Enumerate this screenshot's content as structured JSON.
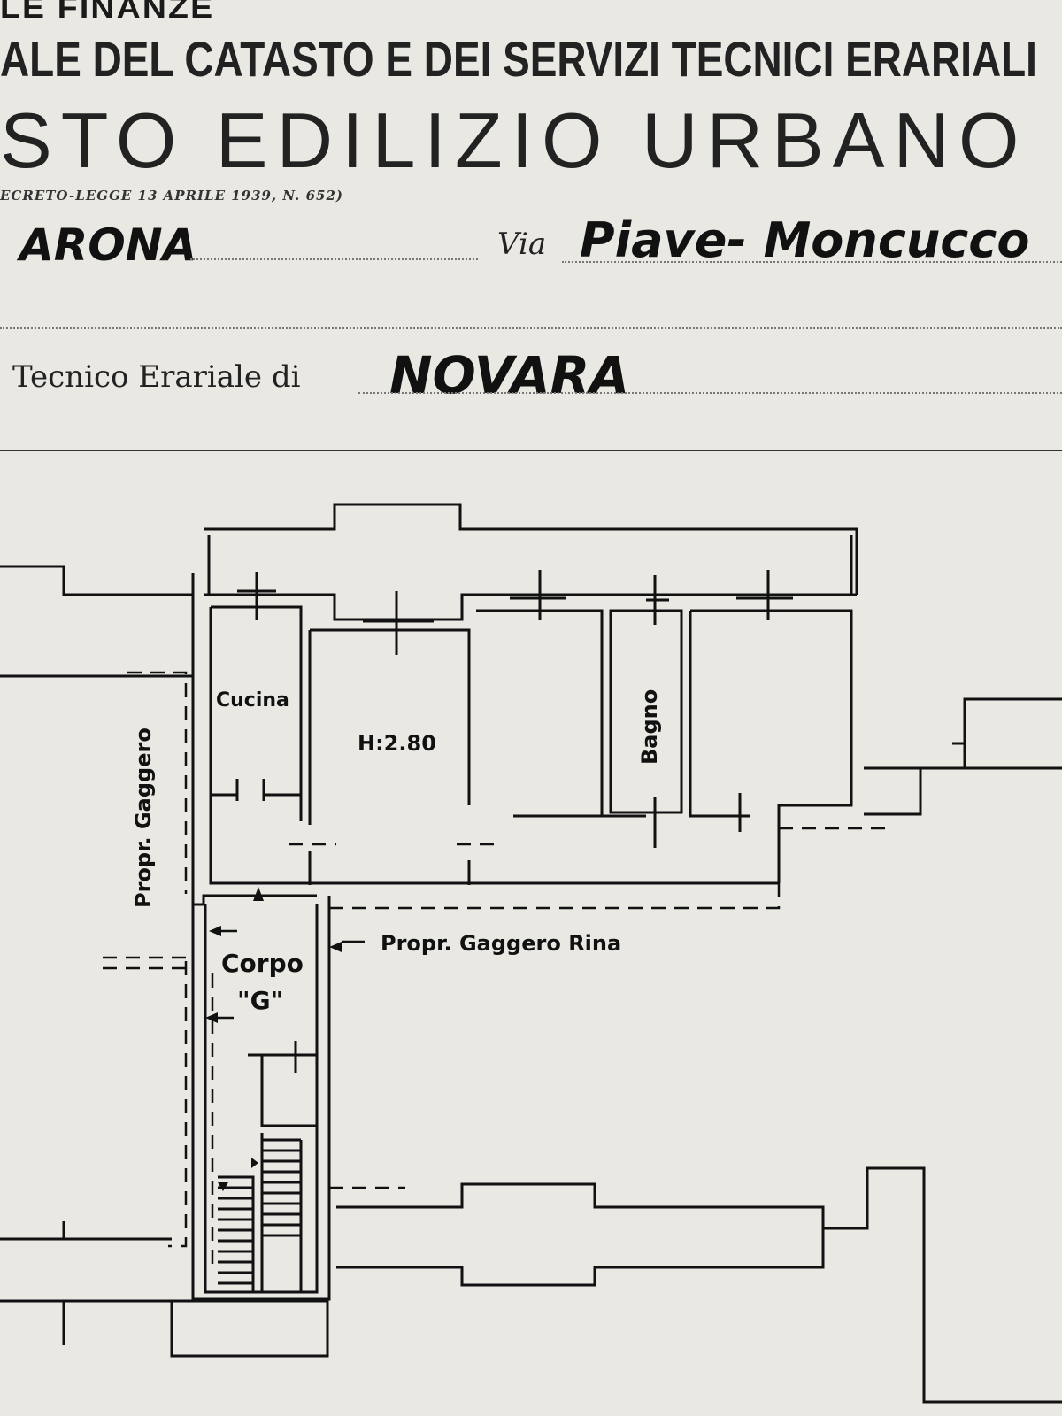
{
  "header": {
    "ministry_fragment": "LE FINANZE",
    "office_line": "ALE DEL CATASTO E DEI SERVIZI TECNICI ERARIALI",
    "title": "STO EDILIZIO URBANO",
    "decree": "ECRETO-LEGGE 13 APRILE 1939, N. 652)"
  },
  "form": {
    "comune_value": "ARONA",
    "via_label": "Via",
    "via_value": "Piave- Moncucco",
    "ufficio_label": "Tecnico Erariale di",
    "ufficio_value": "NOVARA"
  },
  "plan": {
    "room_cucina": "Cucina",
    "height_label": "H:2.80",
    "room_bagno": "Bagno",
    "neighbor_left": "Propr. Gaggero",
    "neighbor_right": "Propr. Gaggero Rina",
    "corpo_line1": "Corpo",
    "corpo_line2": "\"G\""
  }
}
